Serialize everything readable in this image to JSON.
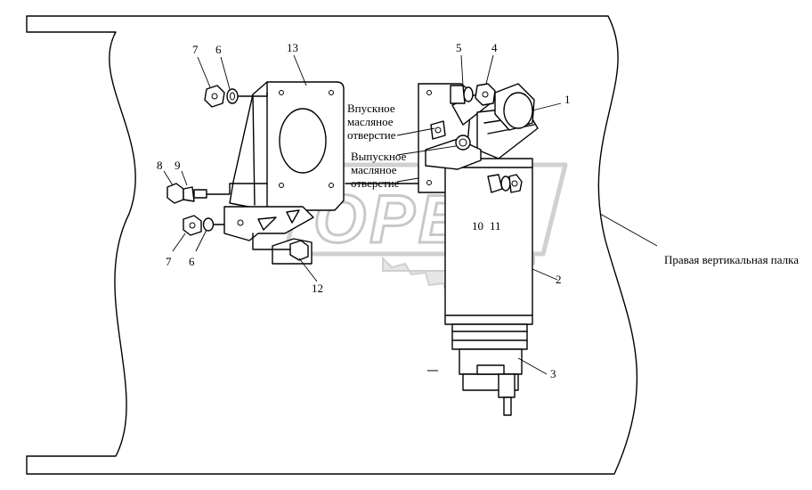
{
  "labels": {
    "inlet_hole": [
      "Впускное",
      "масляное",
      "отверстие"
    ],
    "outlet_hole": [
      "Выпускное",
      "масляное",
      "отверстие"
    ],
    "right_rail": "Правая вертикальная палка"
  },
  "watermark": "OPEX",
  "callouts": [
    "7",
    "6",
    "13",
    "5",
    "4",
    "1",
    "8",
    "9",
    "7",
    "6",
    "12",
    "10",
    "11",
    "2",
    "3"
  ]
}
